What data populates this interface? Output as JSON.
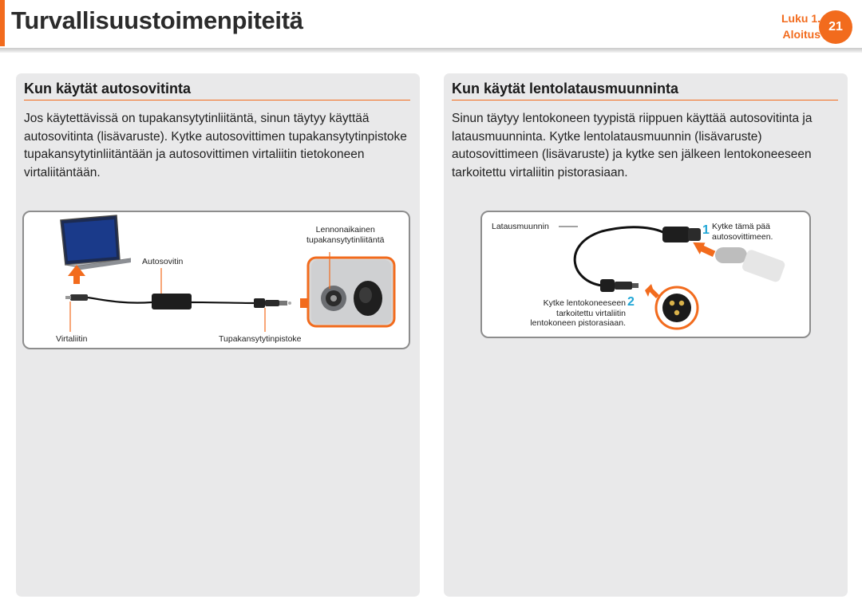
{
  "header": {
    "title": "Turvallisuustoimenpiteitä",
    "chapter": "Luku 1.",
    "section": "Aloitus",
    "page_number": "21",
    "accent_color": "#f26b1d"
  },
  "left": {
    "title": "Kun käytät autosovitinta",
    "body": "Jos käytettävissä on tupakansytytinliitäntä, sinun täytyy käyttää autosovitinta (lisävaruste). Kytke autosovittimen tupakansytytinpistoke tupakansytytinliitäntään ja autosovittimen virtaliitin tietokoneen virtaliitäntään.",
    "figure": {
      "label_socket_line1": "Lennonaikainen",
      "label_socket_line2": "tupakansytytinliitäntä",
      "label_adapter": "Autosovitin",
      "label_power_plug": "Virtaliitin",
      "label_cig_plug": "Tupakansytytinpistoke"
    }
  },
  "right": {
    "title": "Kun käytät lentolatausmuunninta",
    "body": "Sinun täytyy lentokoneen tyypistä riippuen käyttää autosovitinta ja latausmuunninta. Kytke lentolatausmuunnin (lisävaruste) autosovittimeen (lisävaruste) ja kytke sen jälkeen lentokoneeseen tarkoitettu virtaliitin pistorasiaan.",
    "figure": {
      "label_converter": "Latausmuunnin",
      "step1_number": "1",
      "step1_line1": "Kytke tämä pää",
      "step1_line2": "autosovittimeen.",
      "step2_number": "2",
      "step2_line1": "Kytke lentokoneeseen",
      "step2_line2": "tarkoitettu virtaliitin",
      "step2_line3": "lentokoneen pistorasiaan."
    }
  }
}
